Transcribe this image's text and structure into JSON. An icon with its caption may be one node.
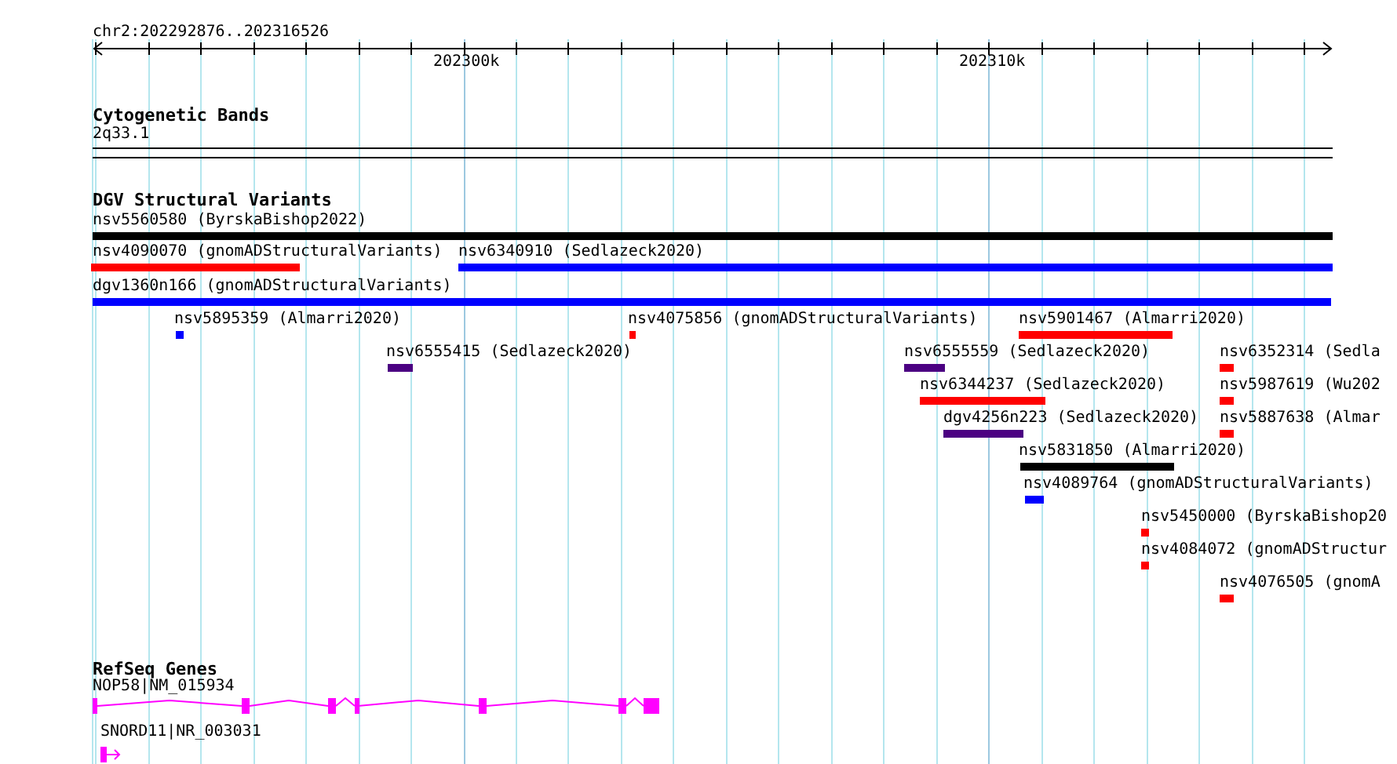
{
  "diagram": {
    "nodes": [
      {
        "text": [
          "nsv5560580 (ByrskaBishop2022)"
        ]
      },
      {
        "text": [
          "nsv4090070 (gnomADStructuralVariants)"
        ]
      },
      {
        "text": [
          "nsv6340910 (Sedlazeck2020)"
        ]
      },
      {
        "text": [
          "dgv1360n166 (gnomADStructuralVariants)"
        ]
      },
      {
        "text": [
          "nsv5895359 (Almarri2020)"
        ]
      },
      {
        "text": [
          "nsv4075856 (gnomADStructuralVariants)"
        ]
      },
      {
        "text": [
          "nsv5901467 (Almarri2020)"
        ]
      },
      {
        "text": [
          "nsv6555415 (Sedlazeck2020)"
        ]
      },
      {
        "text": [
          "nsv6555559 (Sedlazeck2020)"
        ]
      },
      {
        "text": [
          "nsv6352314 (Sedla"
        ]
      },
      {
        "text": [
          "nsv6344237 (Sedlazeck2020)"
        ]
      },
      {
        "text": [
          "nsv5987619 (Wu202"
        ]
      },
      {
        "text": [
          "dgv4256n223 (Sedlazeck2020)"
        ]
      },
      {
        "text": [
          "nsv5887638 (Almar"
        ]
      },
      {
        "text": [
          "nsv5831850 (Almarri2020)"
        ]
      },
      {
        "text": [
          "nsv4089764 (gnomADStructuralVariants)"
        ]
      },
      {
        "text": [
          "nsv5450000 (ByrskaBishop20"
        ]
      },
      {
        "text": [
          "nsv4084072 (gnomADStructur"
        ]
      },
      {
        "text": [
          "nsv4076505 (gnomA"
        ]
      },
      {
        "text": [
          "NOP58|NM_015934"
        ]
      },
      {
        "text": [
          "SNORD11|NR_003031"
        ]
      }
    ],
    "labels": [
      "chr2:202292876..202316526",
      "202300k",
      "202310k",
      "Cytogenetic Bands",
      "2q33.1",
      "DGV Structural Variants",
      "RefSeq Genes"
    ]
  }
}
